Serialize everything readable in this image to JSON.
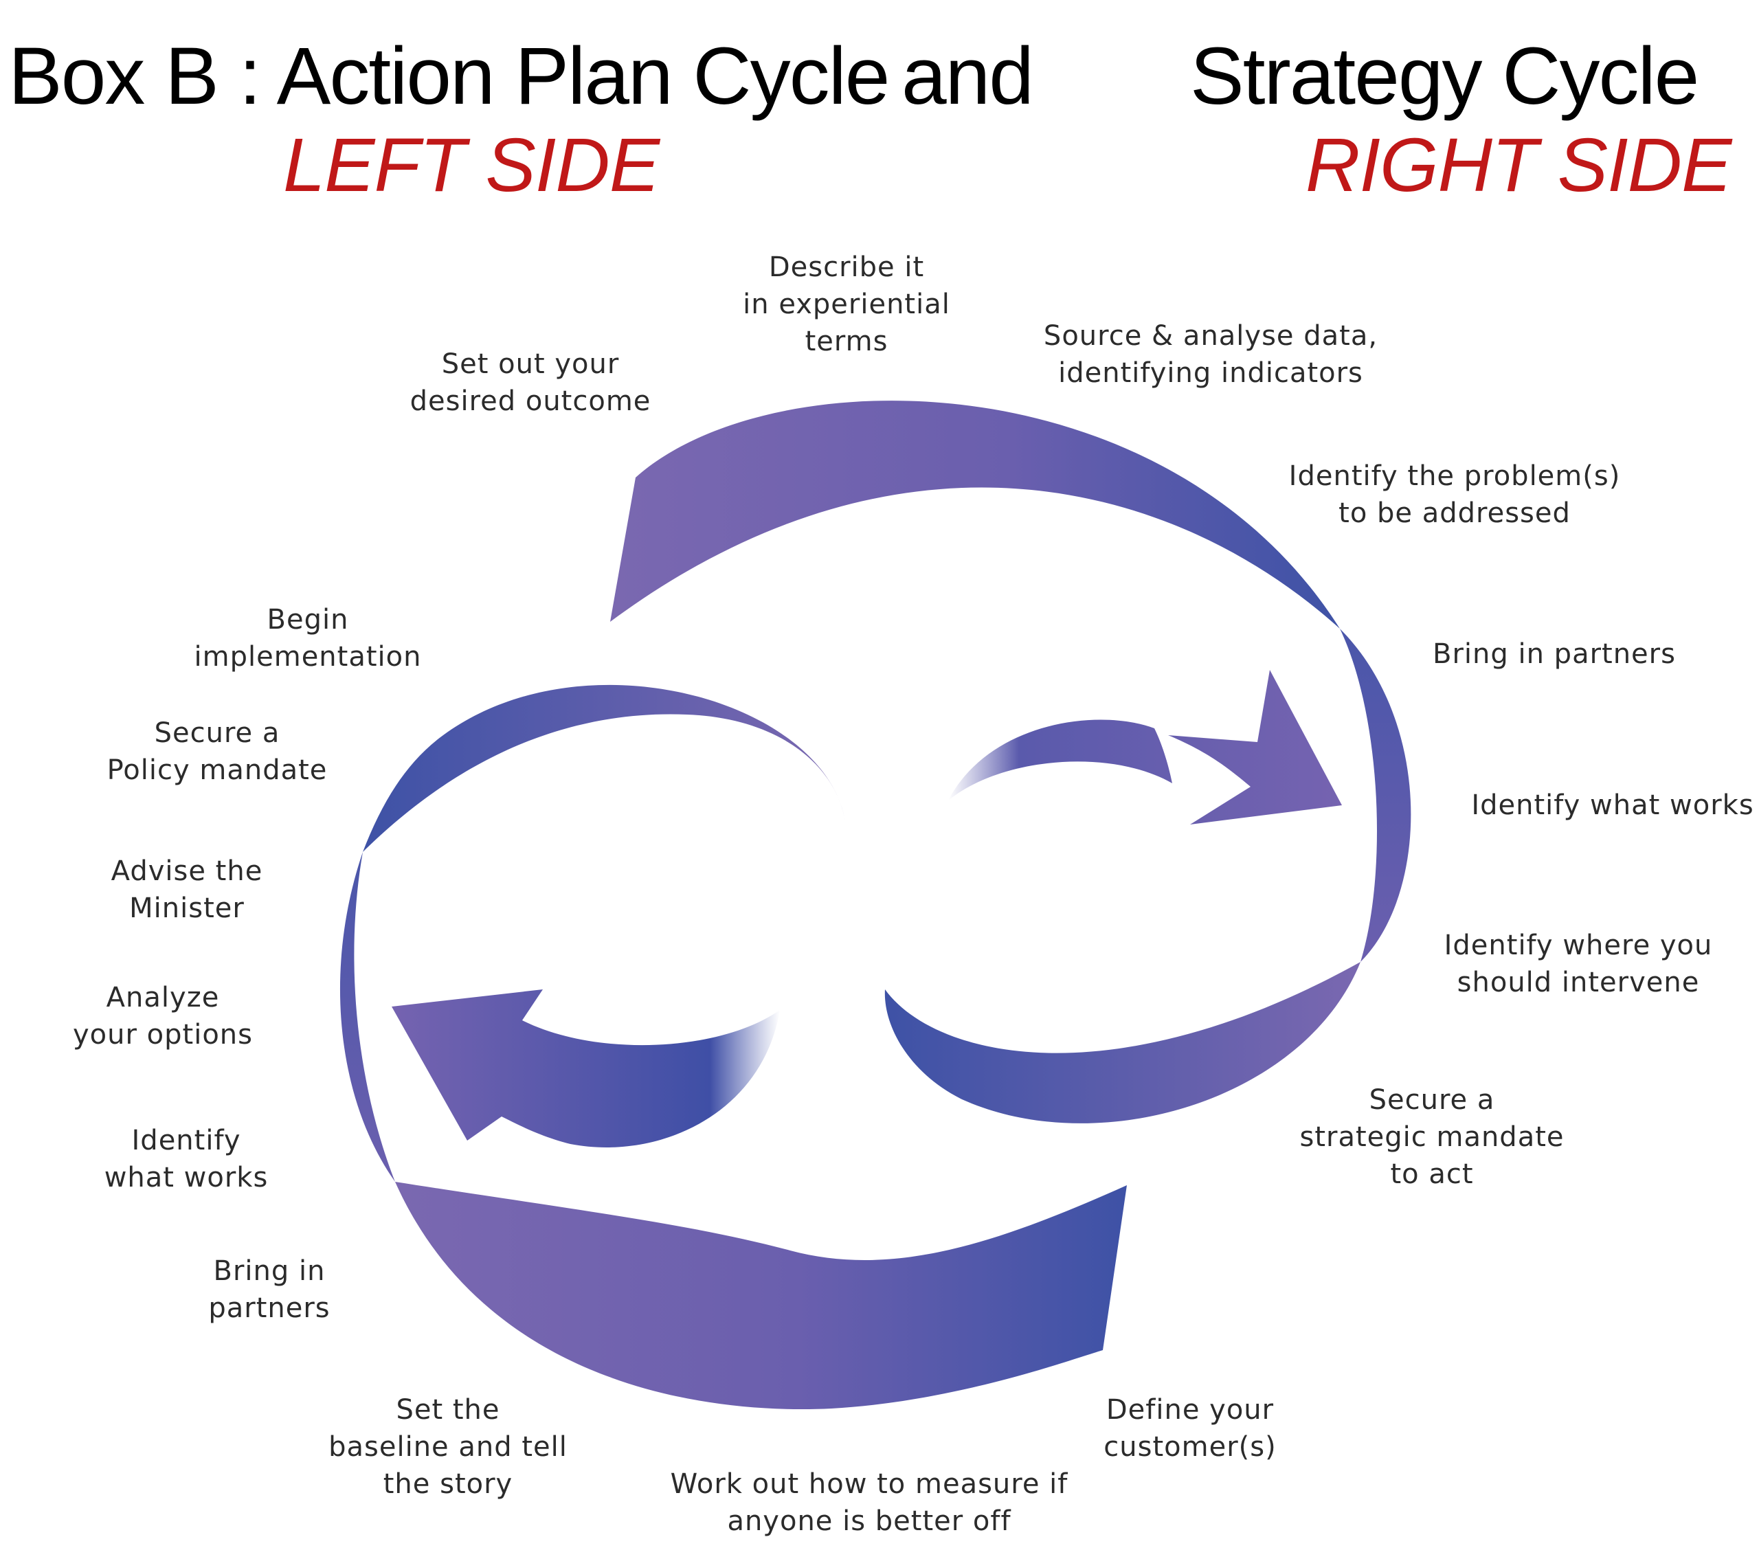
{
  "header": {
    "title_left": "Box B : Action Plan Cycle",
    "title_mid": "and",
    "title_right": "Strategy Cycle",
    "left_side": "LEFT SIDE",
    "right_side": "RIGHT SIDE"
  },
  "colors": {
    "arrow_light": "#7a68b0",
    "arrow_dark": "#3e52a6",
    "side_label": "#c01818"
  },
  "labels": {
    "describe": "Describe it\nin experiential\nterms",
    "source_data": "Source & analyse data,\nidentifying indicators",
    "set_out_outcome": "Set out your\ndesired outcome",
    "identify_problem": "Identify the problem(s)\nto be addressed",
    "begin_impl": "Begin\nimplementation",
    "bring_partners_right": "Bring in partners",
    "secure_policy": "Secure a\nPolicy mandate",
    "identify_works_right": "Identify what works",
    "advise_minister": "Advise the\nMinister",
    "identify_where": "Identify where you\nshould intervene",
    "analyze_options": "Analyze\nyour options",
    "secure_strategic": "Secure a\nstrategic mandate\nto act",
    "identify_works_left": "Identify\nwhat works",
    "bring_partners_left": "Bring in\npartners",
    "set_baseline": "Set the\nbaseline and tell\nthe story",
    "define_customer": "Define your\ncustomer(s)",
    "work_out_measure": "Work out how to measure if\nanyone is better off"
  }
}
